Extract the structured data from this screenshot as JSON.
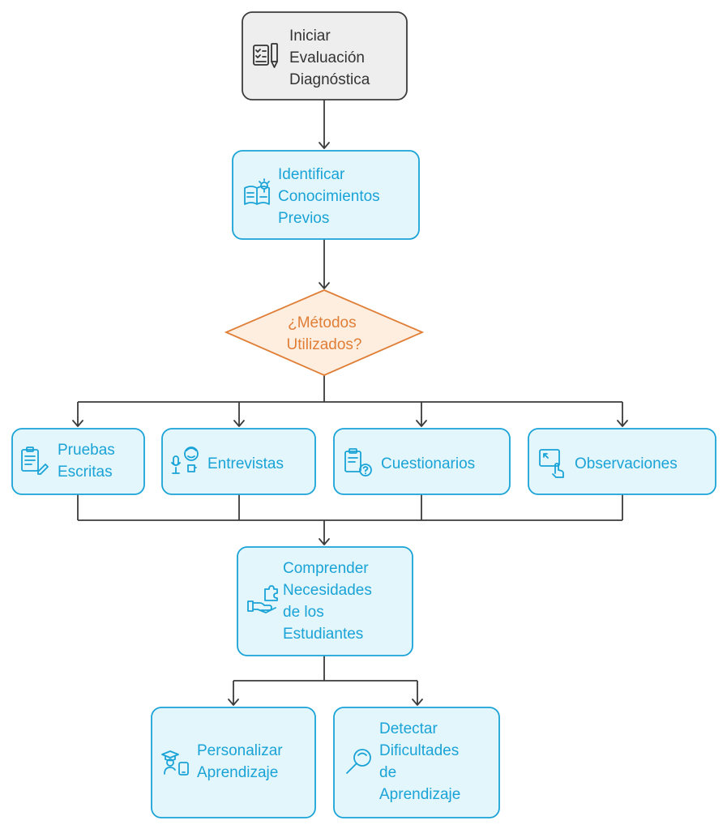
{
  "colors": {
    "start_fill": "#eeeeee",
    "start_stroke": "#3b3b3b",
    "process_fill": "#e3f6fc",
    "process_stroke": "#1aa3d6",
    "decision_fill": "#fdeee0",
    "decision_stroke": "#e07e36",
    "edge": "#3b3b3b"
  },
  "nodes": {
    "start": {
      "lines": [
        "Iniciar",
        "Evaluación",
        "Diagnóstica"
      ],
      "icon": "checklist-pencil-icon"
    },
    "identify": {
      "lines": [
        "Identificar",
        "Conocimientos",
        "Previos"
      ],
      "icon": "book-lightbulb-icon"
    },
    "decision": {
      "lines": [
        "¿Métodos",
        "Utilizados?"
      ]
    },
    "written": {
      "lines": [
        "Pruebas",
        "Escritas"
      ],
      "icon": "clipboard-pencil-icon"
    },
    "interviews": {
      "lines": [
        "Entrevistas"
      ],
      "icon": "microphone-person-icon"
    },
    "questionnaires": {
      "lines": [
        "Cuestionarios"
      ],
      "icon": "clipboard-question-icon"
    },
    "observations": {
      "lines": [
        "Observaciones"
      ],
      "icon": "screen-hand-icon"
    },
    "understand": {
      "lines": [
        "Comprender",
        "Necesidades",
        "de los",
        "Estudiantes"
      ],
      "icon": "hand-puzzle-icon"
    },
    "personalize": {
      "lines": [
        "Personalizar",
        "Aprendizaje"
      ],
      "icon": "student-tablet-icon"
    },
    "detect": {
      "lines": [
        "Detectar",
        "Dificultades",
        "de",
        "Aprendizaje"
      ],
      "icon": "magnifier-icon"
    }
  }
}
